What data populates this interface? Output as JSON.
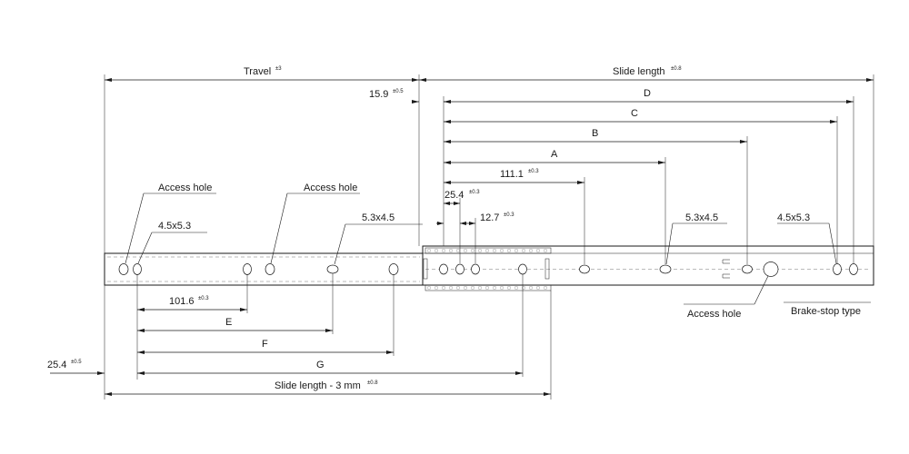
{
  "dimensions": {
    "travel": {
      "label": "Travel",
      "tol": "±3"
    },
    "slide_length": {
      "label": "Slide length",
      "tol": "±0.8"
    },
    "d159": {
      "label": "15.9",
      "tol": "±0.5"
    },
    "D": {
      "label": "D"
    },
    "C": {
      "label": "C"
    },
    "B": {
      "label": "B"
    },
    "A": {
      "label": "A"
    },
    "d111": {
      "label": "111.1",
      "tol": "±0.3"
    },
    "d254_top": {
      "label": "25.4",
      "tol": "±0.3"
    },
    "d127": {
      "label": "12.7",
      "tol": "±0.3"
    },
    "d1016": {
      "label": "101.6",
      "tol": "±0.3"
    },
    "E": {
      "label": "E"
    },
    "F": {
      "label": "F"
    },
    "G": {
      "label": "G"
    },
    "d254_left": {
      "label": "25.4",
      "tol": "±0.5"
    },
    "slide_len_minus": {
      "label": "Slide length - 3 mm",
      "tol": "±0.8"
    }
  },
  "callouts": {
    "access_hole_1": "Access hole",
    "access_hole_2": "Access hole",
    "access_hole_3": "Access hole",
    "hole_45x53_left": "4.5x5.3",
    "hole_53x45_left": "5.3x4.5",
    "hole_53x45_right": "5.3x4.5",
    "hole_45x53_right": "4.5x5.3",
    "brake_stop": "Brake-stop type"
  }
}
